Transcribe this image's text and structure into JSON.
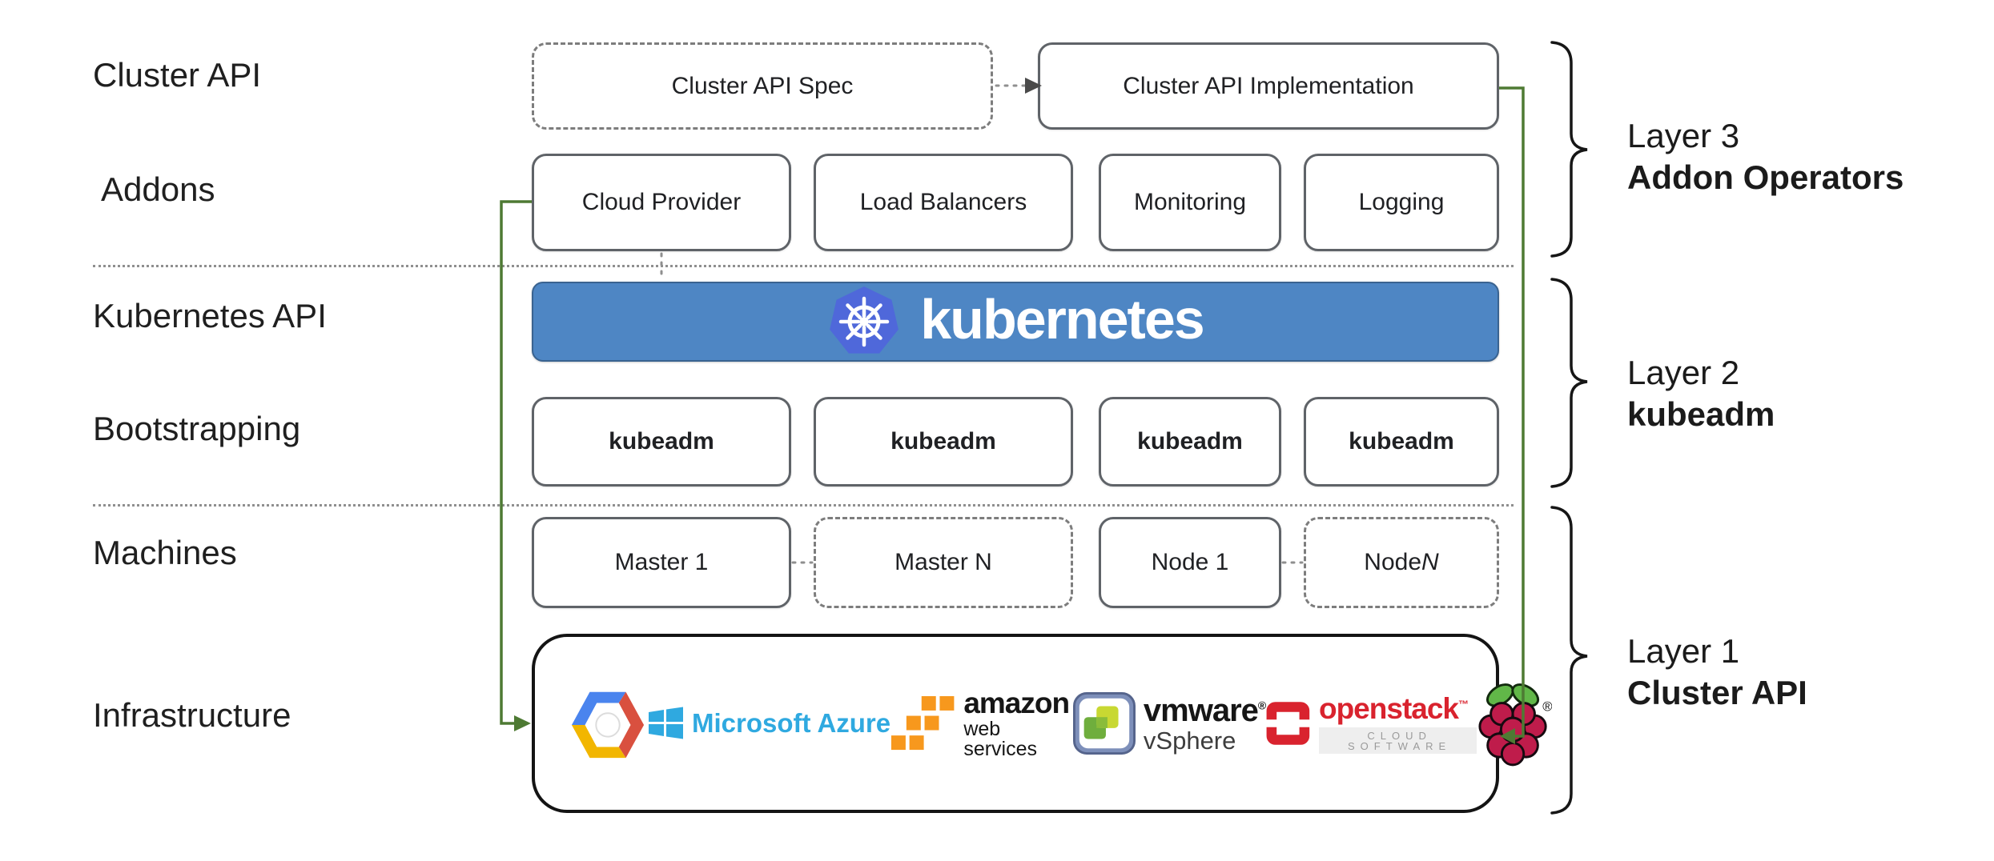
{
  "row_labels": [
    {
      "label": "Cluster API"
    },
    {
      "label": "Addons"
    },
    {
      "label": "Kubernetes API"
    },
    {
      "label": "Bootstrapping"
    },
    {
      "label": "Machines"
    },
    {
      "label": "Infrastructure"
    }
  ],
  "top_row": {
    "spec": "Cluster API Spec",
    "implementation": "Cluster API Implementation"
  },
  "addons": [
    "Cloud Provider",
    "Load Balancers",
    "Monitoring",
    "Logging"
  ],
  "kubernetes": {
    "wordmark": "kubernetes"
  },
  "bootstrapping": [
    "kubeadm",
    "kubeadm",
    "kubeadm",
    "kubeadm"
  ],
  "machines": [
    {
      "label": "Master 1",
      "italic": ""
    },
    {
      "label": "Master N",
      "italic": ""
    },
    {
      "label": "Node 1",
      "italic": ""
    },
    {
      "label": "Node ",
      "italic": "N"
    }
  ],
  "layers": [
    {
      "line1": "Layer 3",
      "line2": "Addon Operators"
    },
    {
      "line1": "Layer 2",
      "line2": "kubeadm"
    },
    {
      "line1": "Layer 1",
      "line2": "Cluster API"
    }
  ],
  "infrastructure": {
    "logo_names": [
      "google-cloud",
      "microsoft-azure",
      "amazon-web-services",
      "vmware-vsphere",
      "openstack",
      "raspberry-pi"
    ],
    "azure_text": "Microsoft Azure",
    "aws_line1": "amazon",
    "aws_line2": "web services",
    "vmware_line1": "vmware",
    "vmware_reg": "®",
    "vmware_line2": "vSphere",
    "openstack_text": "openstack",
    "openstack_tm": "™",
    "openstack_sub": "CLOUD SOFTWARE",
    "raspberry_reg": "®"
  },
  "colors": {
    "banner_blue": "#4e86c4",
    "k8s_logo_blue": "#4f68da",
    "connector_green": "#4e7a33",
    "box_border_gray": "#5f6368",
    "dashed_gray": "#7d7d7d",
    "dotted_gray": "#8f8f8f",
    "azure_blue": "#2fa9e0",
    "aws_orange": "#f7981d",
    "openstack_red": "#d9232e",
    "raspberry_red": "#bf1c4b",
    "leaf_green": "#61b748",
    "gcp_blue": "#4a84ee",
    "gcp_red": "#d9503f",
    "gcp_yellow": "#f2b600"
  }
}
